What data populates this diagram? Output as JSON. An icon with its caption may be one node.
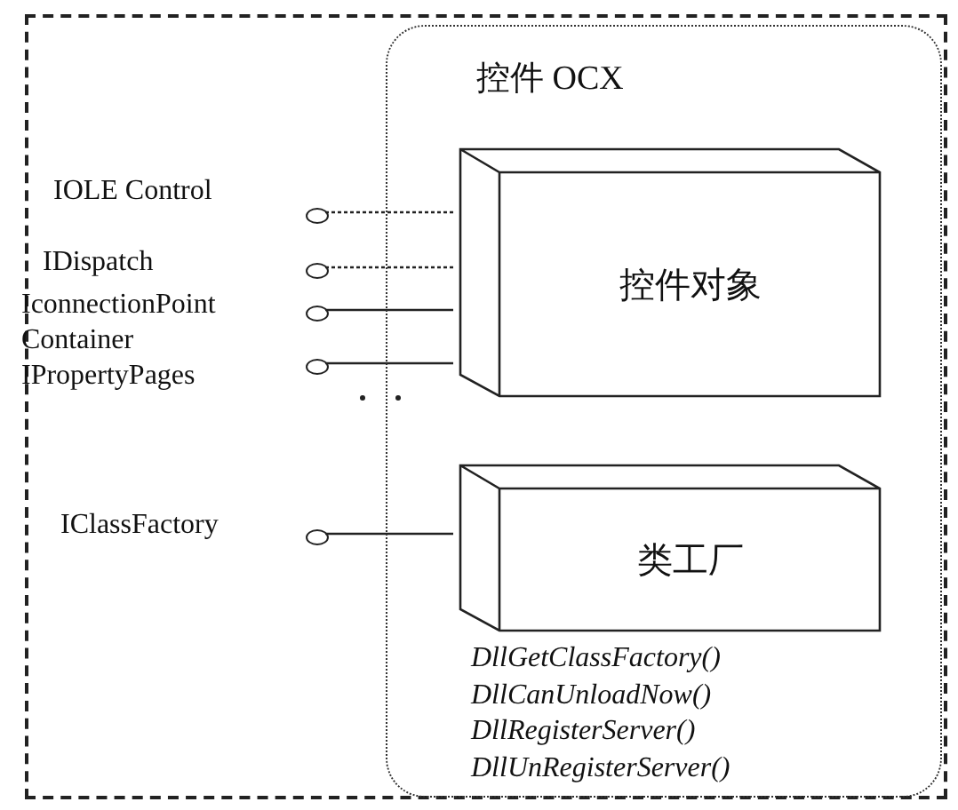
{
  "diagram": {
    "nodes": [
      {
        "text": [],
        "shape": "box"
      },
      {
        "text": [
          "控件 OCX"
        ],
        "in": 0
      },
      {
        "text": [
          "控件对象"
        ],
        "in": 1
      },
      {
        "text": [
          "类工厂"
        ],
        "in": 1
      },
      {
        "text": [],
        "shape": "circle",
        "in": 0
      },
      {
        "text": [],
        "shape": "circle",
        "in": 0
      },
      {
        "text": [],
        "shape": "circle",
        "in": 0
      },
      {
        "text": [],
        "shape": "circle",
        "in": 0
      },
      {
        "text": [],
        "shape": "circle",
        "in": 0
      }
    ],
    "edges": [
      {
        "from": 4,
        "to": 2,
        "arrow": "none",
        "style": "dashed"
      },
      {
        "from": 5,
        "to": 2,
        "arrow": "none",
        "style": "dashed"
      },
      {
        "from": 6,
        "to": 2,
        "arrow": "none"
      },
      {
        "from": 7,
        "to": 2,
        "arrow": "none"
      },
      {
        "from": 8,
        "to": 3,
        "arrow": "none"
      }
    ],
    "labels": [
      "IOLE Control",
      "IDispatch",
      "IconnectionPoint Container",
      "IPropertyPages",
      "IClassFactory",
      "DllGetClassFactory()",
      "DllCanUnloadNow()",
      "DllRegisterServer()",
      "DllUnRegisterServer()"
    ]
  }
}
